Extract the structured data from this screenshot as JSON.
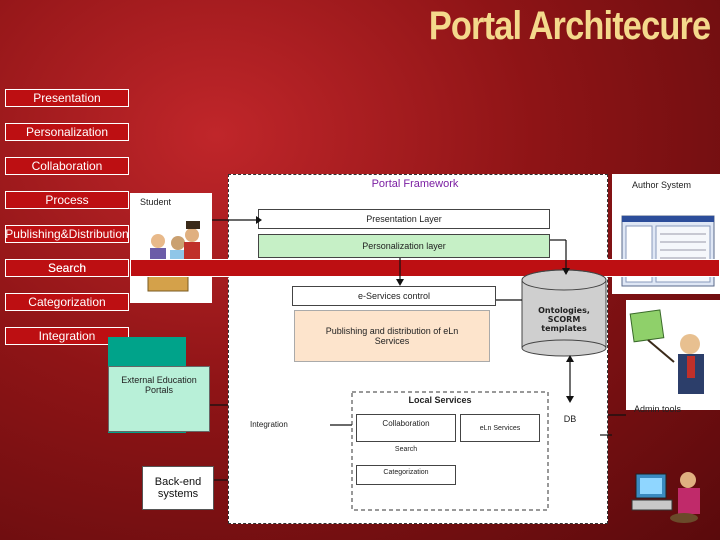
{
  "title": "Portal Architecure",
  "left_layers": [
    "Presentation",
    "Personalization",
    "Collaboration",
    "Process",
    "Publishing&Distribution",
    "Search",
    "Categorization",
    "Integration"
  ],
  "student_label": "Student",
  "external_label": "External Education Portals",
  "framework": {
    "title": "Portal Framework",
    "author": "Author System",
    "presentation_layer": "Presentation Layer",
    "personalization_layer": "Personalization layer",
    "eservices_control": "e-Services control",
    "publishing_box": "Publishing and distribution of eLn Services",
    "ontologies": "Ontologies, SCORM templates",
    "local_services": "Local Services",
    "integration": "Integration",
    "collaboration": "Collaboration",
    "eln_services": "eLn Services",
    "search": "Search",
    "categorization": "Categorization",
    "db": "DB",
    "admin_tools": "Admin tools",
    "backend": "Back-end systems"
  },
  "colors": {
    "accent_red": "#bd0f12",
    "title_gold": "#f4d98c",
    "green_layer": "#c6f0c6",
    "peach": "#fde4cc",
    "teal": "#00a38a"
  }
}
